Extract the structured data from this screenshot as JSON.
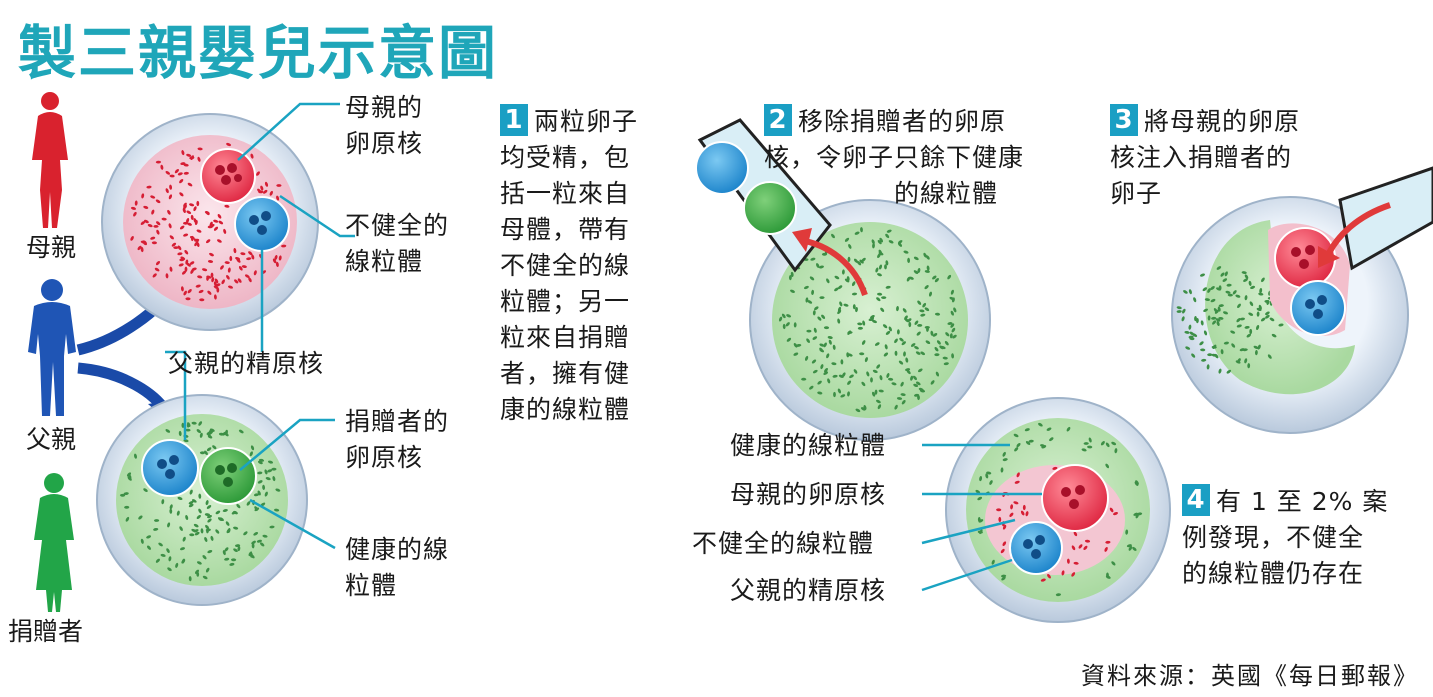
{
  "title": "製三親嬰兒示意圖",
  "people": {
    "mother": "母親",
    "father": "父親",
    "donor": "捐贈者"
  },
  "egg_labels": {
    "mother_nucleus": "母親的\n卵原核",
    "bad_mito": "不健全的\n線粒體",
    "father_nucleus": "父親的精原核",
    "donor_nucleus": "捐贈者的\n卵原核",
    "good_mito": "健康的線\n粒體"
  },
  "steps": [
    {
      "num": "1",
      "first": "兩粒卵子",
      "rest": "均受精，包\n括一粒來自\n母體，帶有\n不健全的線\n粒體；另一\n粒來自捐贈\n者，擁有健\n康的線粒體"
    },
    {
      "num": "2",
      "first": "移除捐贈者的卵原",
      "rest": "核，令卵子只餘下健康\n　　　　　的線粒體"
    },
    {
      "num": "3",
      "first": "將母親的卵原",
      "rest": "核注入捐贈者的\n卵子"
    },
    {
      "num": "4",
      "first": "有 1 至 2% 案",
      "rest": "例發現，不健全\n的線粒體仍存在"
    }
  ],
  "final_labels": [
    "健康的線粒體",
    "母親的卵原核",
    "不健全的線粒體",
    "父親的精原核"
  ],
  "source": "資料來源：英國《每日郵報》",
  "colors": {
    "title": "#1fa6b9",
    "step_badge": "#1a9fc4",
    "mother": "#d9222e",
    "father": "#1f55b5",
    "donor": "#22a548",
    "pink_egg": "#f2c2cf",
    "green_egg": "#b9e0b0",
    "red_nucleus": "#e8364a",
    "blue_nucleus": "#2a8fd0",
    "green_nucleus": "#3aa042",
    "arrow": "#1a4aa8"
  },
  "icons": [
    "woman-silhouette-icon",
    "man-silhouette-icon",
    "woman-silhouette-icon",
    "curved-arrow-icon",
    "pipette-icon"
  ]
}
